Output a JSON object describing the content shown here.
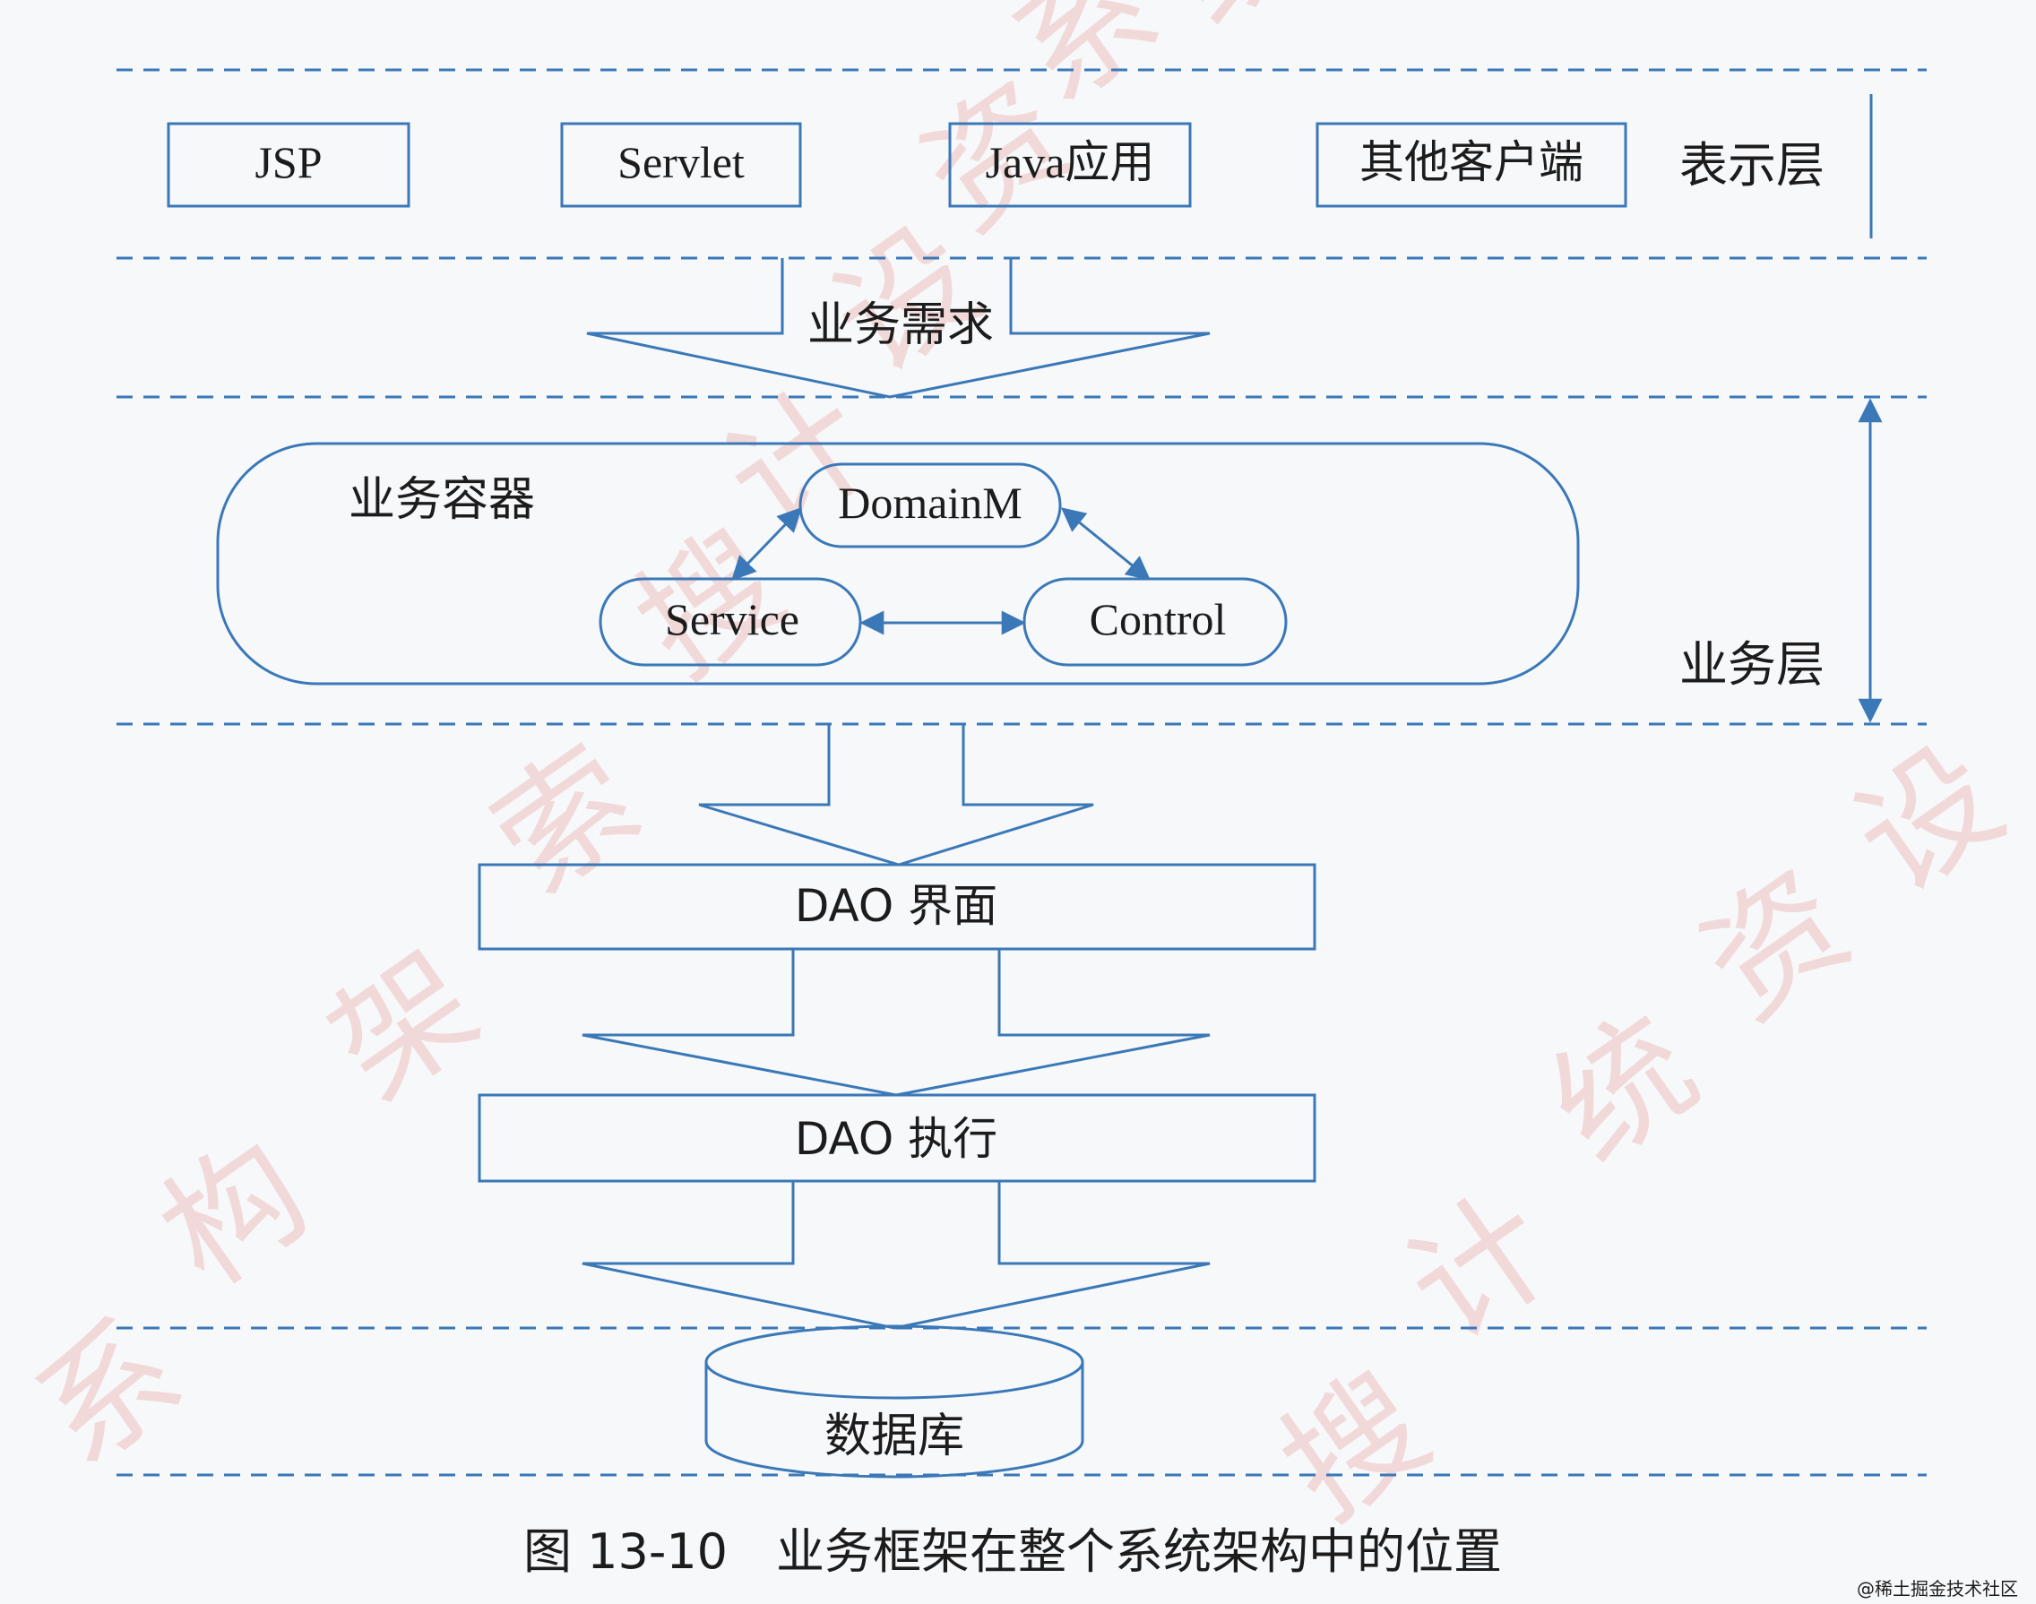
{
  "colors": {
    "line": "#3a78b8",
    "text": "#1c1c1c",
    "background": "#f7f8fa",
    "watermark": "#e88a85"
  },
  "presentation_layer": {
    "clients": [
      "JSP",
      "Servlet",
      "Java应用",
      "其他客户端"
    ],
    "layer_label": "表示层"
  },
  "business_request_label": "业务需求",
  "business_layer": {
    "container_label": "业务容器",
    "nodes": {
      "domain": "DomainM",
      "service": "Service",
      "control": "Control"
    },
    "layer_label": "业务层"
  },
  "dao_interface_label": "DAO 界面",
  "dao_execution_label": "DAO 执行",
  "database_label": "数据库",
  "caption": "图 13-10　业务框架在整个系统架构中的位置",
  "watermark_text": "@稀土掘金技术社区",
  "background_watermark_glyphs": [
    "系",
    "统",
    "资",
    "设",
    "计",
    "搜",
    "索",
    "架",
    "构"
  ]
}
